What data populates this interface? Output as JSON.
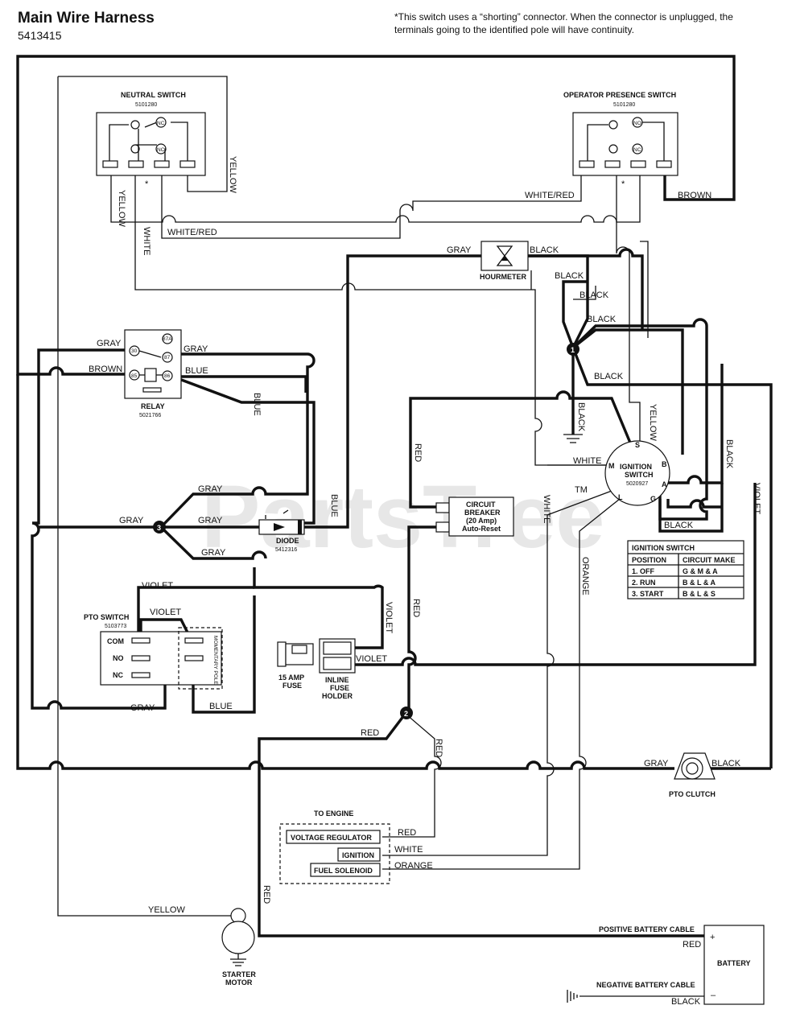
{
  "header": {
    "title": "Main Wire Harness",
    "part_number": "5413415",
    "note": "*This switch uses a “shorting” connector. When the connector is unplugged, the terminals going to the identified pole will have continuity."
  },
  "watermark": "PartsTree",
  "watermark_tm": "TM",
  "components": {
    "neutral_switch": {
      "name": "NEUTRAL SWITCH",
      "part": "5101280",
      "nc1": "NC",
      "nc2": "NC",
      "star": "*"
    },
    "operator_switch": {
      "name": "OPERATOR PRESENCE SWITCH",
      "part": "5101280",
      "no": "NO",
      "nc": "NC",
      "star": "*"
    },
    "relay": {
      "name": "RELAY",
      "part": "5021766",
      "pins": [
        "30",
        "87A",
        "87",
        "85",
        "86"
      ]
    },
    "hourmeter": {
      "name": "HOURMETER"
    },
    "ignition_switch": {
      "name1": "IGNITION",
      "name2": "SWITCH",
      "part": "5020927",
      "terminals": [
        "S",
        "M",
        "B",
        "A",
        "L",
        "G"
      ]
    },
    "circuit_breaker": {
      "l1": "CIRCUIT",
      "l2": "BREAKER",
      "l3": "(20 Amp)",
      "l4": "Auto-Reset"
    },
    "diode": {
      "name": "DIODE",
      "part": "5412316"
    },
    "pto_switch": {
      "name": "PTO SWITCH",
      "part": "5103773",
      "com": "COM",
      "no": "NO",
      "nc": "NC",
      "pole": "MOMENTARY POLE"
    },
    "fuse": {
      "l1": "15 AMP",
      "l2": "FUSE"
    },
    "fuse_holder": {
      "l1": "INLINE",
      "l2": "FUSE",
      "l3": "HOLDER"
    },
    "pto_clutch": {
      "name": "PTO CLUTCH"
    },
    "engine": {
      "title": "TO ENGINE",
      "voltage_regulator": "VOLTAGE REGULATOR",
      "ignition": "IGNITION",
      "fuel_solenoid": "FUEL SOLENOID"
    },
    "starter": {
      "l1": "STARTER",
      "l2": "MOTOR"
    },
    "battery": {
      "name": "BATTERY",
      "plus": "+",
      "minus": "–",
      "positive_cable": "POSITIVE BATTERY CABLE",
      "negative_cable": "NEGATIVE BATTERY CABLE"
    }
  },
  "ignition_table": {
    "title": "IGNITION SWITCH",
    "headers": [
      "POSITION",
      "CIRCUIT MAKE"
    ],
    "rows": [
      [
        "1. OFF",
        "G & M & A"
      ],
      [
        "2. RUN",
        "B & L & A"
      ],
      [
        "3. START",
        "B & L & S"
      ]
    ]
  },
  "junctions": [
    "1",
    "2",
    "3"
  ],
  "wire_labels": {
    "yellow": "YELLOW",
    "white": "WHITE",
    "white_red": "WHITE/RED",
    "brown": "BROWN",
    "gray": "GRAY",
    "black": "BLACK",
    "blue": "BLUE",
    "red": "RED",
    "violet": "VIOLET",
    "orange": "ORANGE"
  }
}
